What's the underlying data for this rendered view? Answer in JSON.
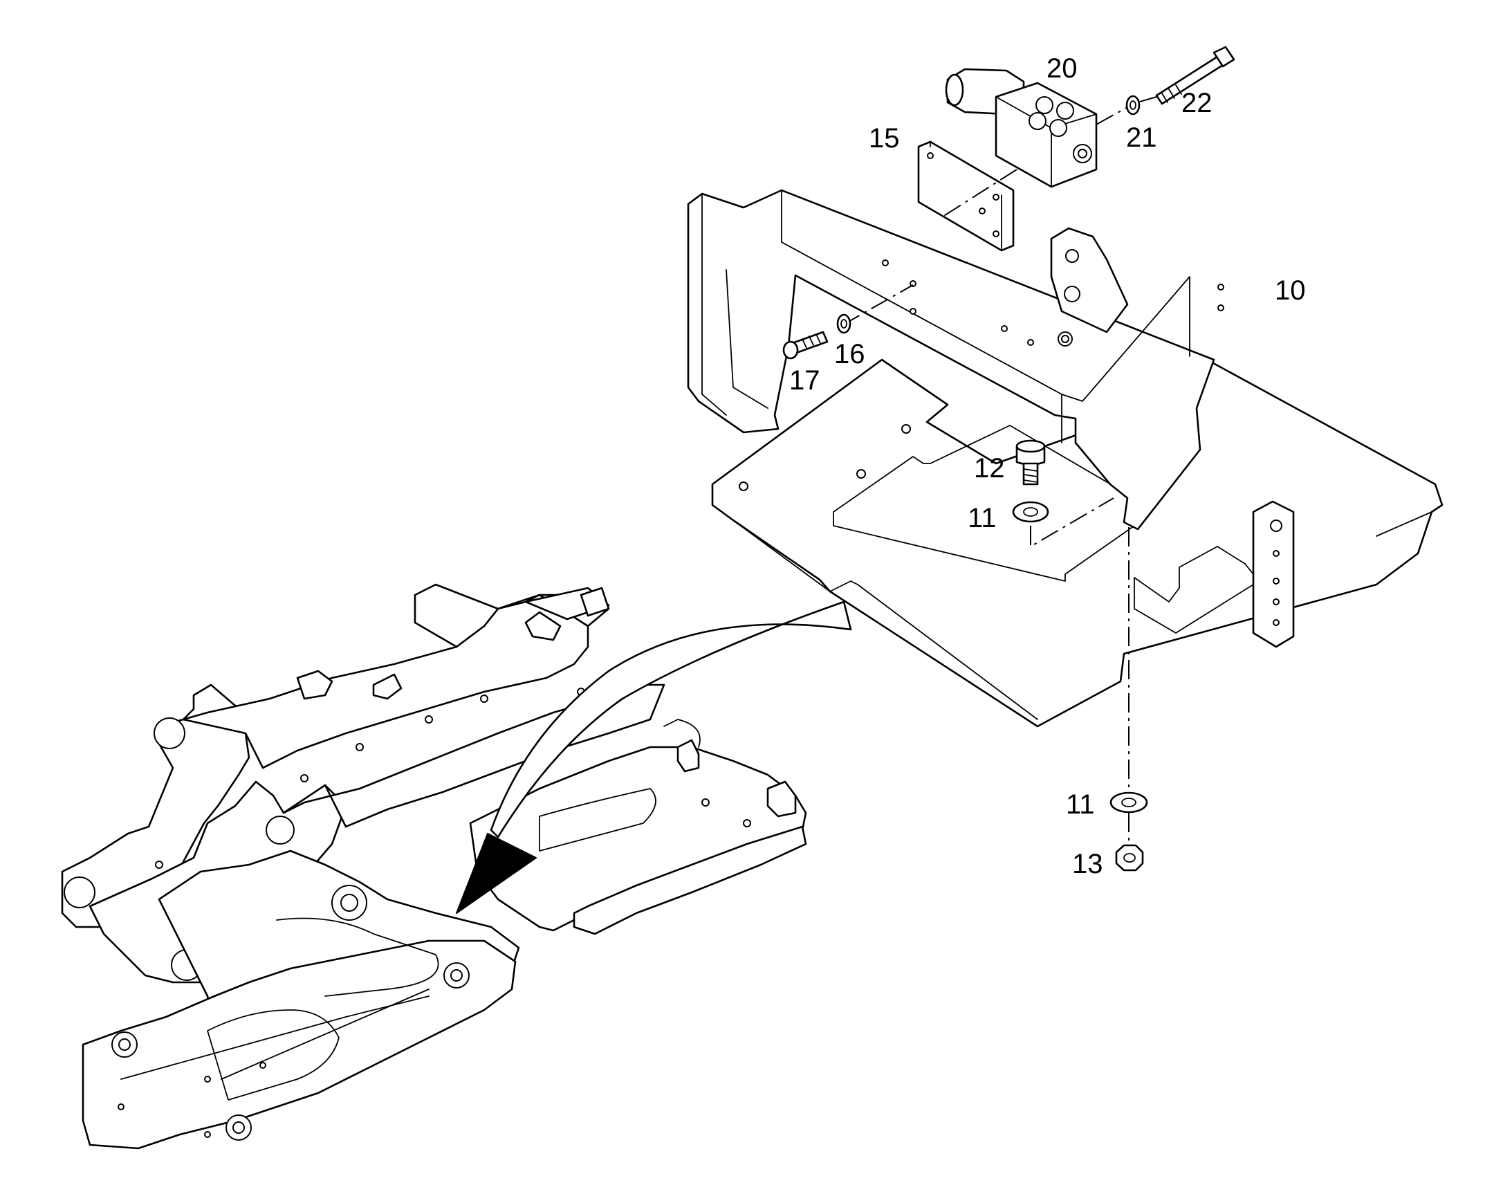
{
  "callouts": {
    "c20": "20",
    "c22": "22",
    "c21": "21",
    "c15": "15",
    "c10": "10",
    "c16": "16",
    "c17": "17",
    "c12": "12",
    "c11a": "11",
    "c11b": "11",
    "c13": "13"
  }
}
